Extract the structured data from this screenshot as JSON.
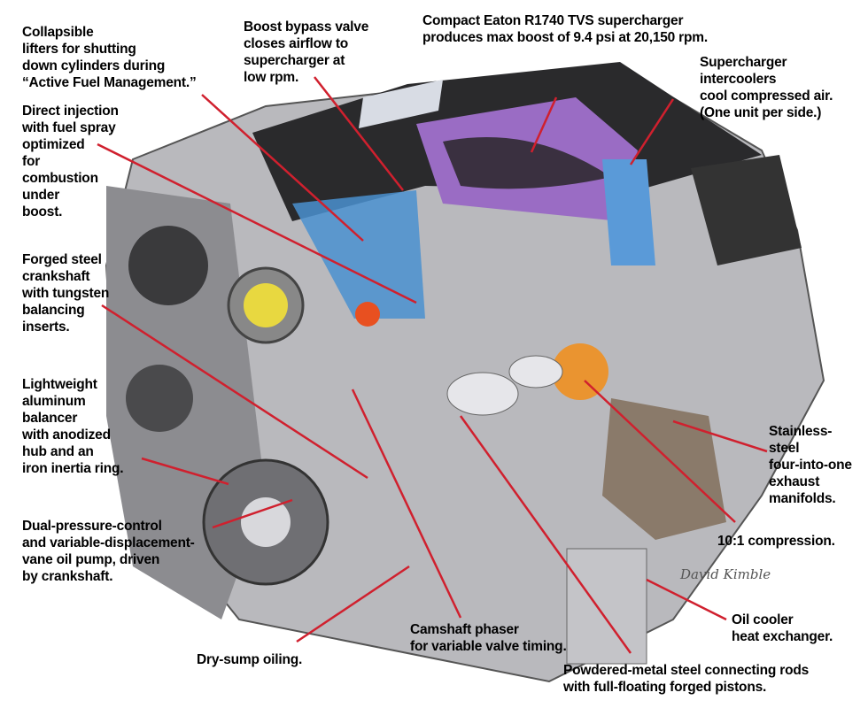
{
  "callouts": {
    "lifters": "Collapsible\nlifters for shutting\ndown cylinders during\n“Active Fuel Management.”",
    "bypass": "Boost bypass valve\ncloses airflow to\nsupercharger at\nlow rpm.",
    "supercharger": "Compact Eaton R1740 TVS supercharger\nproduces max boost of 9.4 psi at 20,150 rpm.",
    "intercoolers": "Supercharger\nintercoolers\ncool compressed air.\n(One unit per side.)",
    "injection": "Direct injection\nwith fuel spray\noptimized\nfor\ncombustion\nunder\nboost.",
    "crankshaft": "Forged steel\ncrankshaft\nwith tungsten\nbalancing\ninserts.",
    "balancer": "Lightweight\naluminum\nbalancer\nwith anodized\nhub and an\niron inertia ring.",
    "oil_pump": "Dual-pressure-control\nand variable-displacement-\nvane oil pump, driven\nby crankshaft.",
    "dry_sump": "Dry-sump oiling.",
    "phaser": "Camshaft phaser\nfor variable valve timing.",
    "rods": "Powdered-metal steel connecting rods\nwith full-floating forged pistons.",
    "compression": "10:1 compression.",
    "manifolds": "Stainless-\nsteel\nfour-into-one\nexhaust\nmanifolds.",
    "oil_cooler": "Oil cooler\nheat exchanger."
  },
  "signature": "David Kimble",
  "colors": {
    "leader": "#d0202e",
    "cover": "#2a2a2c",
    "purple": "#9a6cc4",
    "blue": "#4a90d0",
    "metal": "#b8b8bc"
  }
}
